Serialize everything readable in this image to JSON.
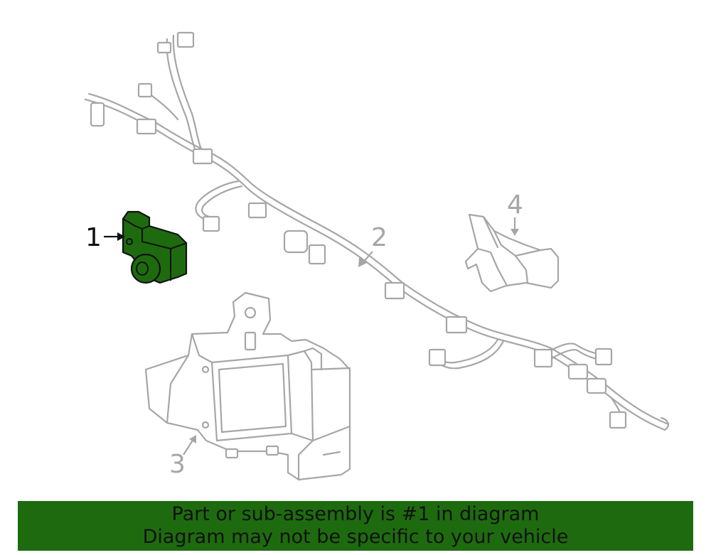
{
  "diagram": {
    "callouts": [
      {
        "id": "1",
        "label": "1",
        "highlighted": true
      },
      {
        "id": "2",
        "label": "2",
        "highlighted": false
      },
      {
        "id": "3",
        "label": "3",
        "highlighted": false
      },
      {
        "id": "4",
        "label": "4",
        "highlighted": false
      }
    ],
    "colors": {
      "highlight_fill": "#1e6b0f",
      "line": "#a6a6a6",
      "highlight_label": "#111111"
    }
  },
  "banner": {
    "line1": "Part or sub-assembly is #1 in diagram",
    "line2": "Diagram may not be specific to your vehicle",
    "background": "#1e6b0f"
  }
}
